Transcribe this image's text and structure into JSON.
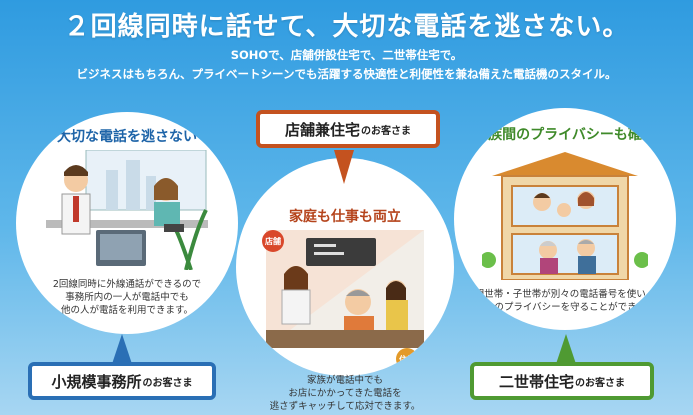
{
  "header": {
    "headline": "２回線同時に話せて、大切な電話を逃さない。",
    "sub_line1": "SOHOで、店舗併設住宅で、二世帯住宅で。",
    "sub_line2": "ビジネスはもちろん、プライベートシーンでも活躍する快適性と利便性を兼ね備えた電話機のスタイル。"
  },
  "panels": [
    {
      "title": "大切な電話を逃さない",
      "text_lines": [
        "2回線同時に外線通話ができるので",
        "事務所内の一人が電話中でも",
        "他の人が電話を利用できます。"
      ],
      "badge_main": "小規模事務所",
      "badge_suffix": "のお客さま"
    },
    {
      "title": "家庭も仕事も両立",
      "text_lines": [
        "家族が電話中でも",
        "お店にかかってきた電話を",
        "逃さずキャッチして応対できます。"
      ],
      "badge_main": "店舗兼住宅",
      "badge_suffix": "のお客さま",
      "tag_shop": "店舗",
      "tag_home": "住居"
    },
    {
      "title": "家族間のプライバシーも確保",
      "text_lines": [
        "親世帯・子世帯が別々の電話番号を使い、",
        "お互いのプライバシーを守ることができます。"
      ],
      "badge_main": "二世帯住宅",
      "badge_suffix": "のお客さま"
    }
  ],
  "colors": {
    "office": "#2a6fb5",
    "shop": "#c4521f",
    "family": "#4f9a32",
    "background": "#2f9be0"
  }
}
